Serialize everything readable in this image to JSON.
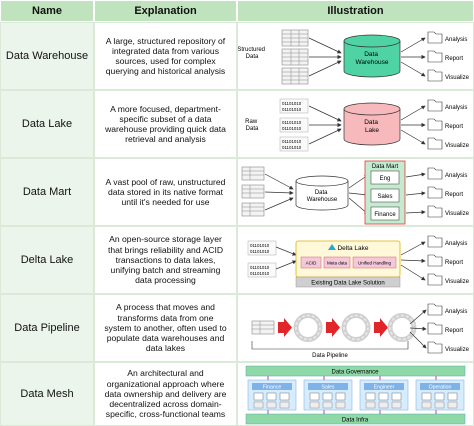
{
  "headers": {
    "name": "Name",
    "explanation": "Explanation",
    "illustration": "Illustration"
  },
  "outputs": [
    "Analysis",
    "Report",
    "Visualize"
  ],
  "rows": [
    {
      "name": "Data Warehouse",
      "explanation": "A large, structured repository of integrated data from various sources, used for complex querying and historical analysis",
      "input_label": "Structured\nData",
      "store_label": "Data\nWarehouse",
      "store_color": "#4fd3a4"
    },
    {
      "name": "Data Lake",
      "explanation": "A more focused, department-specific subset of a data warehouse providing quick data retrieval and analysis",
      "input_label": "Raw\nData",
      "store_label": "Data\nLake",
      "store_color": "#f7b9bb",
      "binary": "01101010"
    },
    {
      "name": "Data Mart",
      "explanation": "A vast pool of raw, unstructured data stored in its native format until it's needed for use",
      "store_label": "Data\nWarehouse",
      "mart_title": "Data Mart",
      "marts": [
        "Eng",
        "Sales",
        "Finance"
      ],
      "mart_color": "#c4ebd0"
    },
    {
      "name": "Delta Lake",
      "explanation": "An open-source storage layer that brings reliability and ACID transactions to data lakes, unifying batch and streaming data processing",
      "delta_title": "Delta Lake",
      "features": [
        "ACID",
        "Meta data",
        "Unified Handling"
      ],
      "base_label": "Existing Data Lake Solution",
      "binary": "01101010"
    },
    {
      "name": "Data Pipeline",
      "explanation": "A process that moves and transforms data from one system to another, often used to populate data warehouses and data lakes",
      "pipeline_label": "Data Pipeline",
      "arrow_color": "#e0262a"
    },
    {
      "name": "Data Mesh",
      "explanation": "An architectural and organizational approach where data ownership and delivery are decentralized across domain-specific, cross-functional teams",
      "governance_label": "Data Governance",
      "domains": [
        "Finance",
        "Sales",
        "Engineer",
        "Operation"
      ],
      "infra_label": "Data Infra",
      "mesh_color": "#8fd9a8"
    }
  ]
}
